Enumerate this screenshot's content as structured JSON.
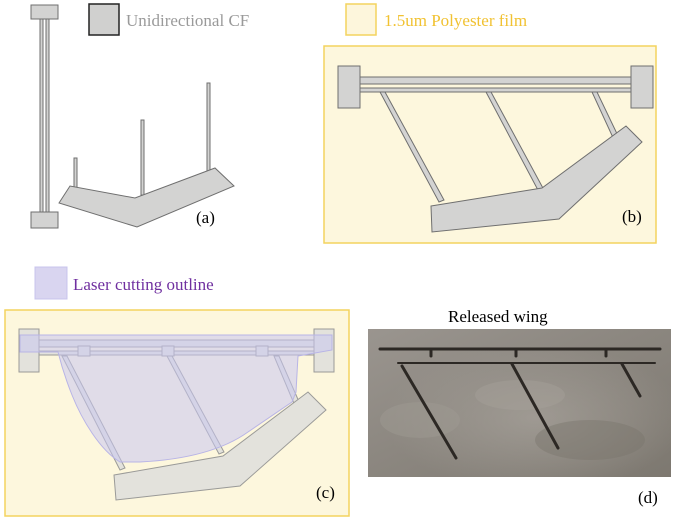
{
  "legend": {
    "cf": {
      "label": "Unidirectional CF",
      "color": "#d0d0cf",
      "text_color": "#9a9a9a"
    },
    "film": {
      "label": "1.5um Polyester film",
      "color": "#fdf6dc",
      "text_color": "#f1c232"
    },
    "laser": {
      "label": "Laser cutting outline",
      "color": "#d9d5f0",
      "text_color": "#7030a0"
    }
  },
  "panels": {
    "a": {
      "label": "(a)"
    },
    "b": {
      "label": "(b)"
    },
    "c": {
      "label": "(c)"
    },
    "d": {
      "label": "(d)",
      "title": "Released wing"
    }
  },
  "colors": {
    "cf_fill": "#d3d3d2",
    "cf_stroke": "#6f6f6f",
    "film_fill": "#fdf7dd",
    "film_border": "#f4d35e",
    "laser_fill": "#c9c6f0",
    "photo_bg": "#8f8a84"
  }
}
